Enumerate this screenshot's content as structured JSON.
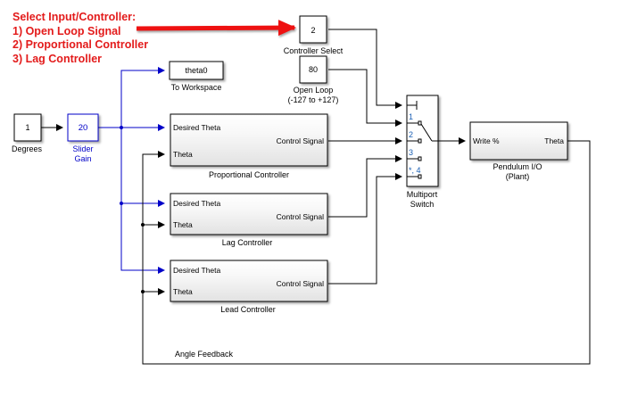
{
  "annotation": {
    "lines": [
      "Select Input/Controller:",
      "1) Open Loop Signal",
      "2) Proportional Controller",
      "3) Lag Controller"
    ],
    "color": "#e31b1b"
  },
  "blocks": {
    "degrees": {
      "value": "1",
      "label": "Degrees"
    },
    "slider_gain": {
      "value": "20",
      "label_line1": "Slider",
      "label_line2": "Gain"
    },
    "to_workspace": {
      "value": "theta0",
      "label": "To Workspace"
    },
    "controller_select": {
      "value": "2",
      "label": "Controller Select"
    },
    "open_loop": {
      "value": "80",
      "label_line1": "Open Loop",
      "label_line2": "(-127 to +127)"
    },
    "proportional_controller": {
      "label": "Proportional Controller",
      "in1": "Desired Theta",
      "in2": "Theta",
      "out": "Control Signal"
    },
    "lag_controller": {
      "label": "Lag Controller",
      "in1": "Desired Theta",
      "in2": "Theta",
      "out": "Control Signal"
    },
    "lead_controller": {
      "label": "Lead Controller",
      "in1": "Desired Theta",
      "in2": "Theta",
      "out": "Control Signal"
    },
    "multiport_switch": {
      "label_line1": "Multiport",
      "label_line2": "Switch",
      "ports": [
        "1",
        "2",
        "3",
        "*, 4"
      ]
    },
    "pendulum": {
      "label_line1": "Pendulum I/O",
      "label_line2": "(Plant)",
      "in": "Write %",
      "out": "Theta"
    }
  },
  "signals": {
    "feedback_label": "Angle Feedback"
  },
  "colors": {
    "signal_blue": "#0000c8",
    "signal_black": "#000000",
    "port_number": "#1a5fb4"
  }
}
